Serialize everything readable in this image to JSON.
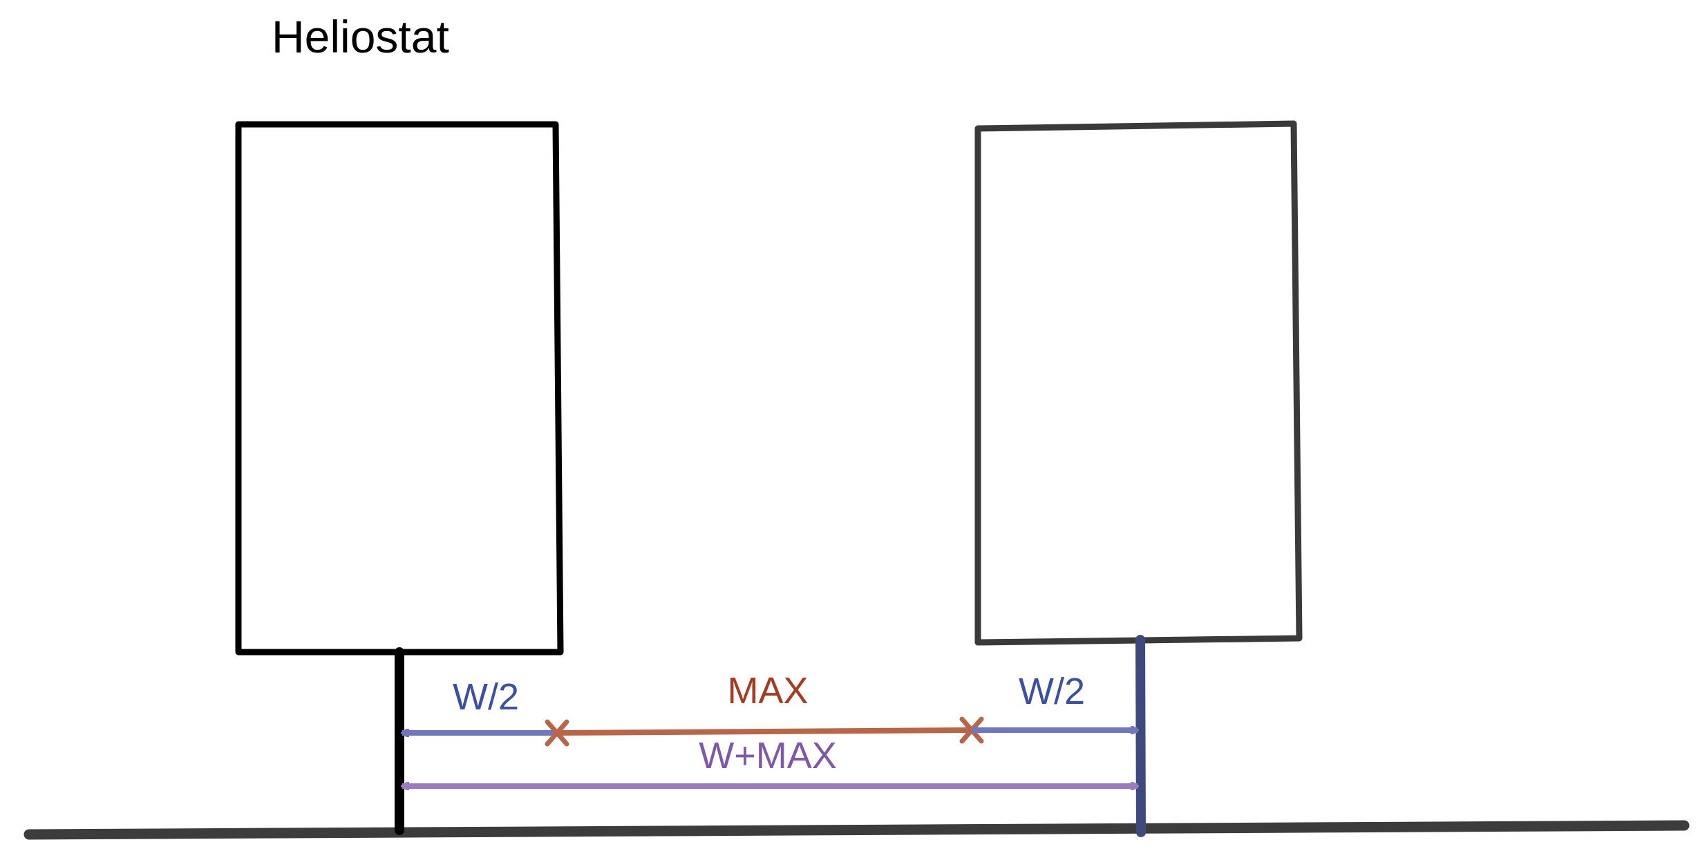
{
  "title": "Heliostat",
  "labels": {
    "left_half_width": "W/2",
    "max_gap": "MAX",
    "right_half_width": "W/2",
    "total_spacing": "W+MAX"
  },
  "colors": {
    "outline": "#000000",
    "second_heliostat": "#3a3a3a",
    "ground": "#3c3c3c",
    "half_width": "#6f78bd",
    "half_width_text": "#3b4fa3",
    "max": "#b8664a",
    "max_text": "#a83a22",
    "total": "#9a7bc0",
    "total_text": "#7d59a8",
    "right_pole": "#3e4a7e"
  }
}
